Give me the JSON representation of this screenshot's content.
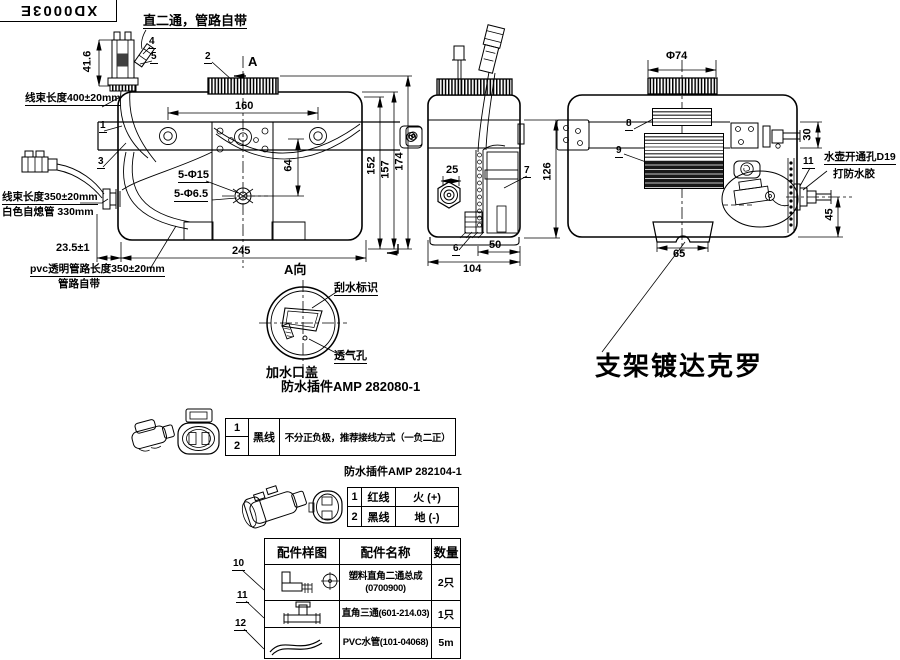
{
  "title_block": {
    "code": "XD0003E"
  },
  "front": {
    "tee": "直二通，管路自带",
    "h400": "线束长度400±20mm",
    "h350": "线束长度350±20mm",
    "white": "白色自熄管 330mm",
    "pvc": "pvc透明管路长度350±20mm",
    "pipe": "管路自带",
    "holes15": "5-Φ15",
    "holes65": "5-Φ6.5",
    "d416": "41.6",
    "d160": "160",
    "d64": "64",
    "d152": "152",
    "d157": "157",
    "d174": "174",
    "d245": "245",
    "d235": "23.5±1",
    "c1": "1",
    "c2": "2",
    "c3": "3",
    "c4": "4",
    "c5": "5",
    "sec": "A"
  },
  "side": {
    "d25": "25",
    "d126": "126",
    "d50": "50",
    "d104": "104",
    "c6": "6",
    "c7": "7"
  },
  "rear": {
    "d74": "Φ74",
    "d30": "30",
    "d45": "45",
    "d65": "65",
    "c8": "8",
    "c9": "9",
    "c11": "11",
    "hole": "水壶开通孔D19",
    "glue": "打防水胶",
    "bracket": "支架镀达克罗"
  },
  "cap": {
    "view": "A向",
    "wiper": "刮水标识",
    "vent": "透气孔",
    "name": "加水口盖",
    "conn": "防水插件AMP 282080-1"
  },
  "conn1": {
    "r1": "1",
    "r2": "2",
    "wire": "黑线",
    "note": "不分正负极，推荐接线方式（一负二正）"
  },
  "conn2": {
    "title": "防水插件AMP 282104-1",
    "rows": [
      {
        "n": "1",
        "wire": "红线",
        "pol": "火 (+)"
      },
      {
        "n": "2",
        "wire": "黑线",
        "pol": "地 (-)"
      }
    ]
  },
  "parts": {
    "h1": "配件样图",
    "h2": "配件名称",
    "h3": "数量",
    "rows": [
      {
        "c": "10",
        "n1": "塑料直角二通总成",
        "n2": "(0700900)",
        "q": "2只"
      },
      {
        "c": "11",
        "n1": "直角三通(601-214.03)",
        "n2": "",
        "q": "1只"
      },
      {
        "c": "12",
        "n1": "PVC水管(101-04068)",
        "n2": "",
        "q": "5m"
      }
    ]
  }
}
